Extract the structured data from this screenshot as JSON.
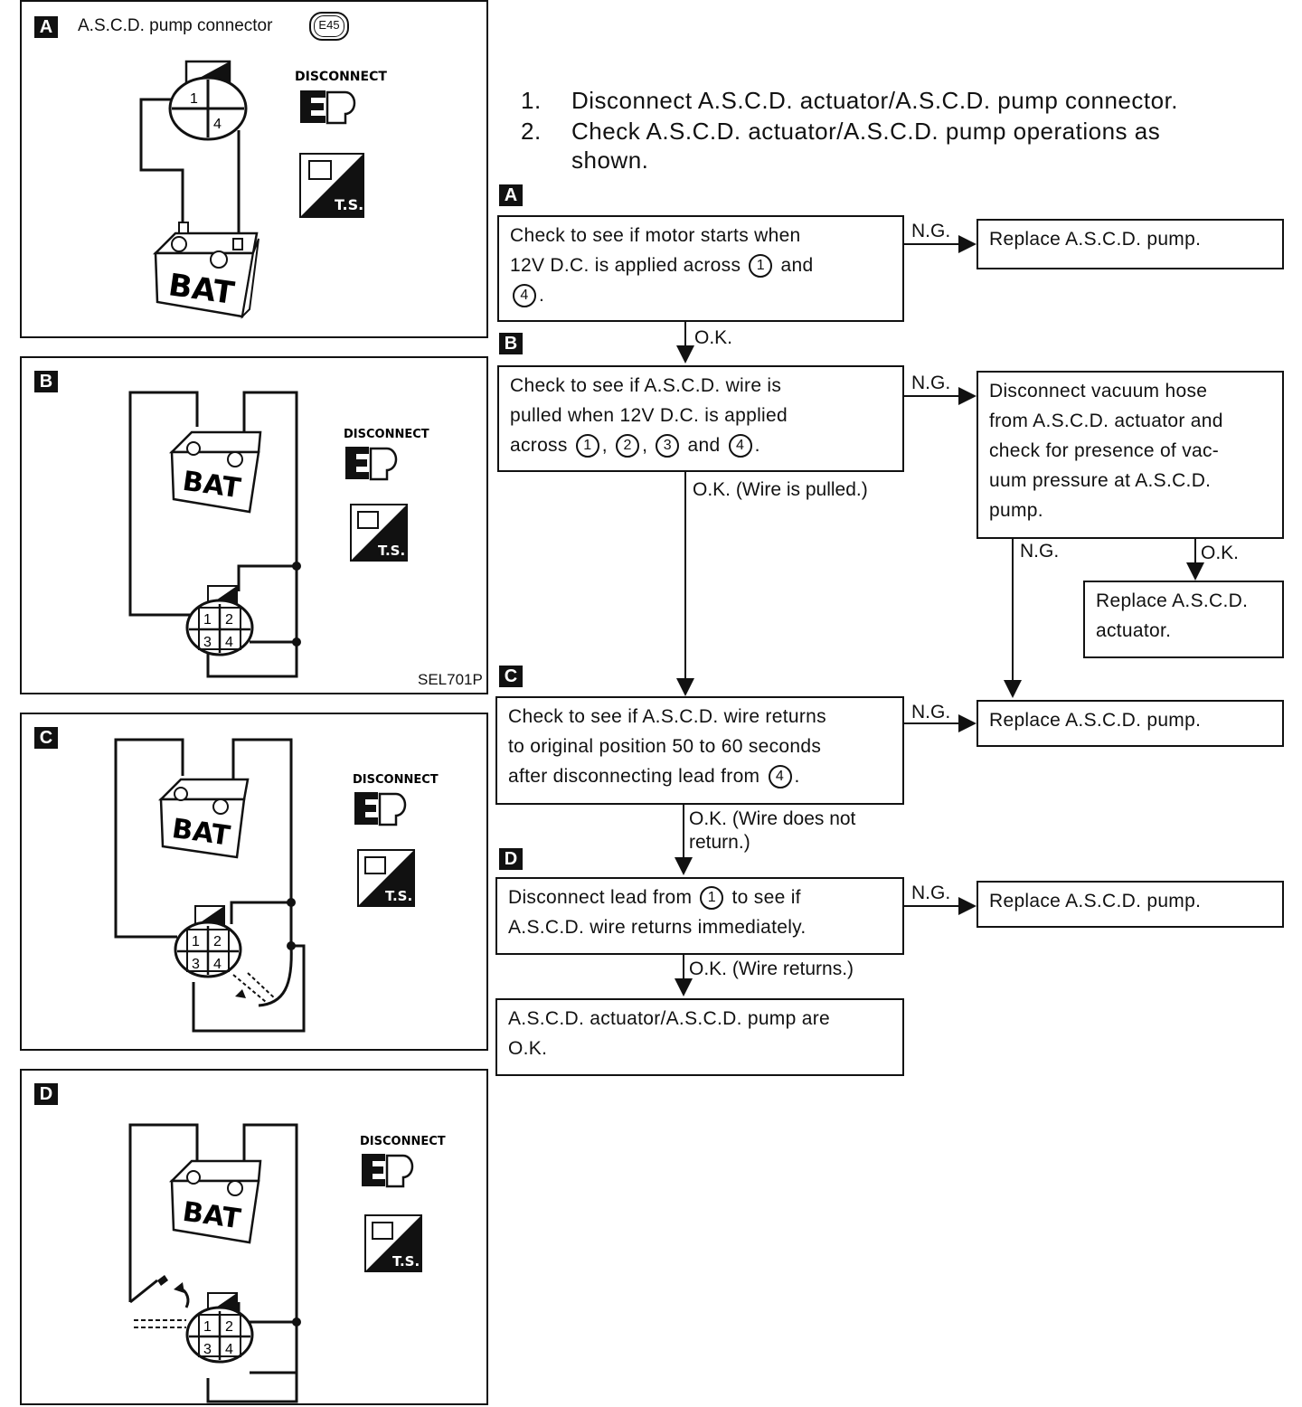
{
  "panels": {
    "a": {
      "letter": "A",
      "title": "A.S.C.D. pump connector",
      "connector_id": "E45"
    },
    "b": {
      "letter": "B",
      "code": "SEL701P"
    },
    "c": {
      "letter": "C"
    },
    "d": {
      "letter": "D"
    }
  },
  "icons": {
    "disconnect_label": "DISCONNECT",
    "ts_label": "T.S.",
    "battery_label": "BAT"
  },
  "steps": [
    {
      "num": "1.",
      "text": "Disconnect A.S.C.D. actuator/A.S.C.D. pump connector."
    },
    {
      "num": "2.",
      "text_line1": "Check  A.S.C.D.  actuator/A.S.C.D.  pump  operations  as",
      "text_line2": "shown."
    }
  ],
  "flow": {
    "a": {
      "letter": "A",
      "check": [
        "Check to see if motor starts when",
        "12V D.C. is applied across",
        "."
      ],
      "and": "and",
      "ng": "N.G.",
      "ng_result": "Replace A.S.C.D. pump.",
      "ok": "O.K."
    },
    "b": {
      "letter": "B",
      "check": [
        "Check to see if A.S.C.D. wire is",
        "pulled when 12V D.C. is applied",
        "across"
      ],
      "and": "and",
      "ng": "N.G.",
      "ng_result": [
        "Disconnect vacuum hose",
        "from A.S.C.D. actuator and",
        "check for presence of vac-",
        "uum pressure at A.S.C.D.",
        "pump."
      ],
      "sub_ng": "N.G.",
      "sub_ok": "O.K.",
      "sub_ok_result": [
        "Replace A.S.C.D.",
        "actuator."
      ],
      "ok": "O.K. (Wire is pulled.)"
    },
    "c": {
      "letter": "C",
      "check": [
        "Check to see if A.S.C.D. wire returns",
        "to original position 50 to 60 seconds",
        "after disconnecting lead from"
      ],
      "ng": "N.G.",
      "ng_result": "Replace A.S.C.D. pump.",
      "ok": [
        "O.K. (Wire does not",
        "return.)"
      ]
    },
    "d": {
      "letter": "D",
      "check": [
        "Disconnect lead from",
        "to see if",
        "A.S.C.D. wire returns immediately."
      ],
      "ng": "N.G.",
      "ng_result": "Replace A.S.C.D. pump.",
      "ok": "O.K. (Wire returns.)",
      "final": [
        "A.S.C.D. actuator/A.S.C.D. pump are",
        "O.K."
      ]
    }
  },
  "terminals": {
    "t1": "1",
    "t2": "2",
    "t3": "3",
    "t4": "4"
  }
}
